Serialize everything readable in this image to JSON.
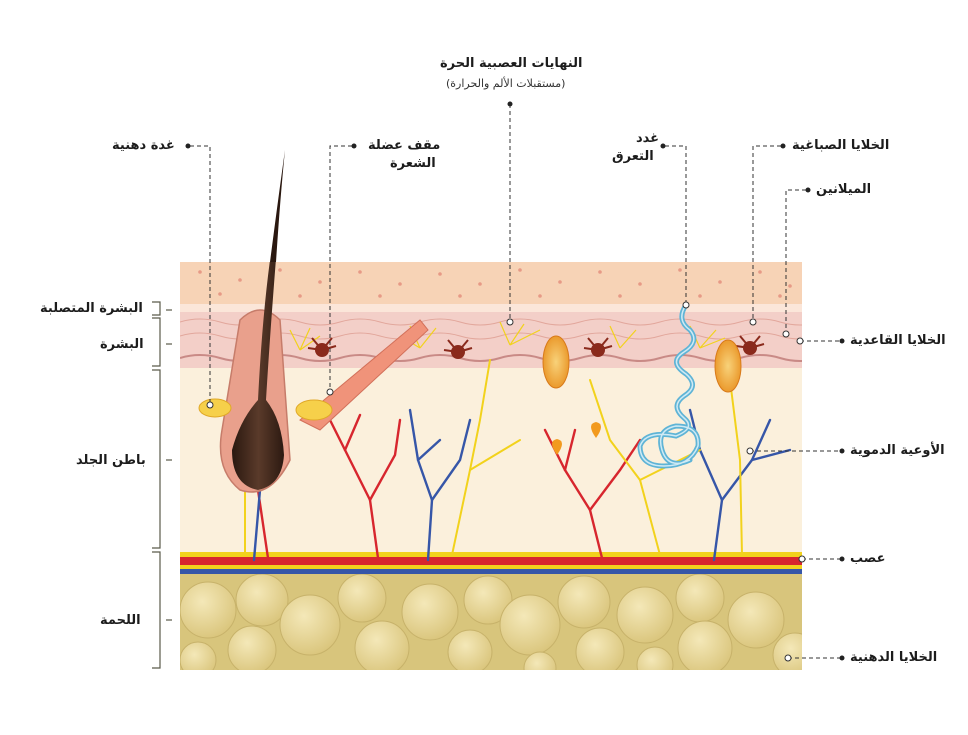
{
  "labels": {
    "free_nerve_endings": "النهايات العصبية الحرة",
    "free_nerve_endings_sub": "(مستقبلات الألم والحرارة)",
    "sebaceous_gland": "غدة دهنية",
    "arrector_pili_line1": "مقف عضلة",
    "arrector_pili_line2": "الشعرة",
    "sweat_gland_line1": "غدد",
    "sweat_gland_line2": "التعرق",
    "melanocytes": "الخلايا الصباغية",
    "melanin": "الميلانين",
    "basal_cells": "الخلايا القاعدية",
    "blood_vessels": "الأوعية الدموية",
    "nerve": "عصب",
    "fat_cells": "الخلايا الدهنية"
  },
  "layers": {
    "stratum_corneum": "البشرة المتصلبة",
    "epidermis": "البشرة",
    "dermis": "باطن الجلد",
    "hypodermis": "اللحمة"
  },
  "colors": {
    "epidermis_top": "#f7d3b6",
    "epidermis_pink": "#f3cfc8",
    "dermis": "#fbf0dc",
    "fat": "#e8d79a",
    "artery": "#d7262e",
    "vein": "#3656a8",
    "nerve": "#f2d21c",
    "hair": "#3b2419",
    "follicle": "#e9a08c",
    "sweat_gland": "#5fb4d6",
    "melanocyte": "#8a2a1c"
  }
}
